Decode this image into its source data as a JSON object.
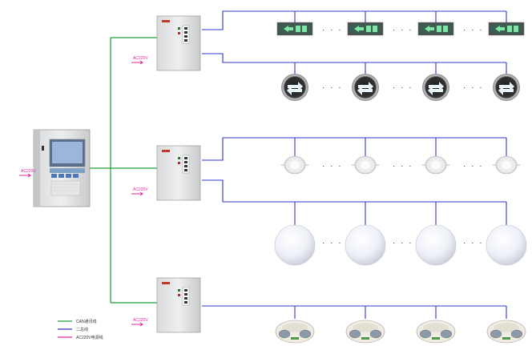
{
  "colors": {
    "comm_line": "#1e9a3a",
    "bus_line": "#2f35c8",
    "power_line": "#e0249a"
  },
  "host": {
    "power_label": "AC220V",
    "icon": "main-controller-cabinet"
  },
  "distribution_boxes": [
    {
      "power_label": "AC220V",
      "icon": "distribution-box"
    },
    {
      "power_label": "AC220V",
      "icon": "distribution-box"
    },
    {
      "power_label": "AC220V",
      "icon": "distribution-box"
    }
  ],
  "fixture_rows": [
    {
      "type": "exit-sign",
      "icon": "exit-sign-icon",
      "count_shown": 4,
      "gap_text": "· · ·"
    },
    {
      "type": "round-direction-indicator",
      "icon": "round-arrow-indicator-icon",
      "count_shown": 4,
      "gap_text": "· · ·"
    },
    {
      "type": "downlight",
      "icon": "downlight-icon",
      "count_shown": 4,
      "gap_text": "· · ·"
    },
    {
      "type": "globe-lamp",
      "icon": "globe-lamp-icon",
      "count_shown": 4,
      "gap_text": "· · ·"
    },
    {
      "type": "twin-spot-emergency-light",
      "icon": "twin-spot-light-icon",
      "count_shown": 4,
      "gap_text": ""
    }
  ],
  "legend": {
    "items": [
      {
        "label": "CAN通讯线",
        "color_key": "comm_line"
      },
      {
        "label": "二总线",
        "color_key": "bus_line"
      },
      {
        "label": "AC220V电源线",
        "color_key": "power_line"
      }
    ]
  }
}
